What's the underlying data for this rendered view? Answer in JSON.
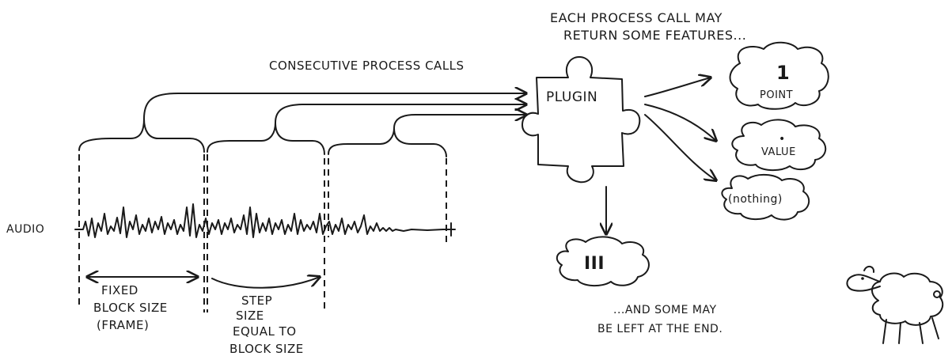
{
  "labels": {
    "consecutive": "CONSECUTIVE PROCESS CALLS",
    "each_process_line1": "EACH PROCESS CALL MAY",
    "each_process_line2": "RETURN SOME FEATURES...",
    "plugin": "PLUGIN",
    "audio": "AUDIO",
    "fixed_line1": "FIXED",
    "fixed_line2": "BLOCK SIZE",
    "fixed_line3": "(FRAME)",
    "step_line1": "STEP",
    "step_line2": "SIZE",
    "step_line3": "EQUAL TO",
    "step_line4": "BLOCK SIZE",
    "left_line1": "...AND SOME MAY",
    "left_line2": "BE LEFT AT THE END."
  },
  "features": {
    "point_count": "1",
    "point_label": "POINT",
    "value_dot": "•",
    "value_label": "VALUE",
    "nothing_label": "(nothing)",
    "leftover": "III"
  }
}
